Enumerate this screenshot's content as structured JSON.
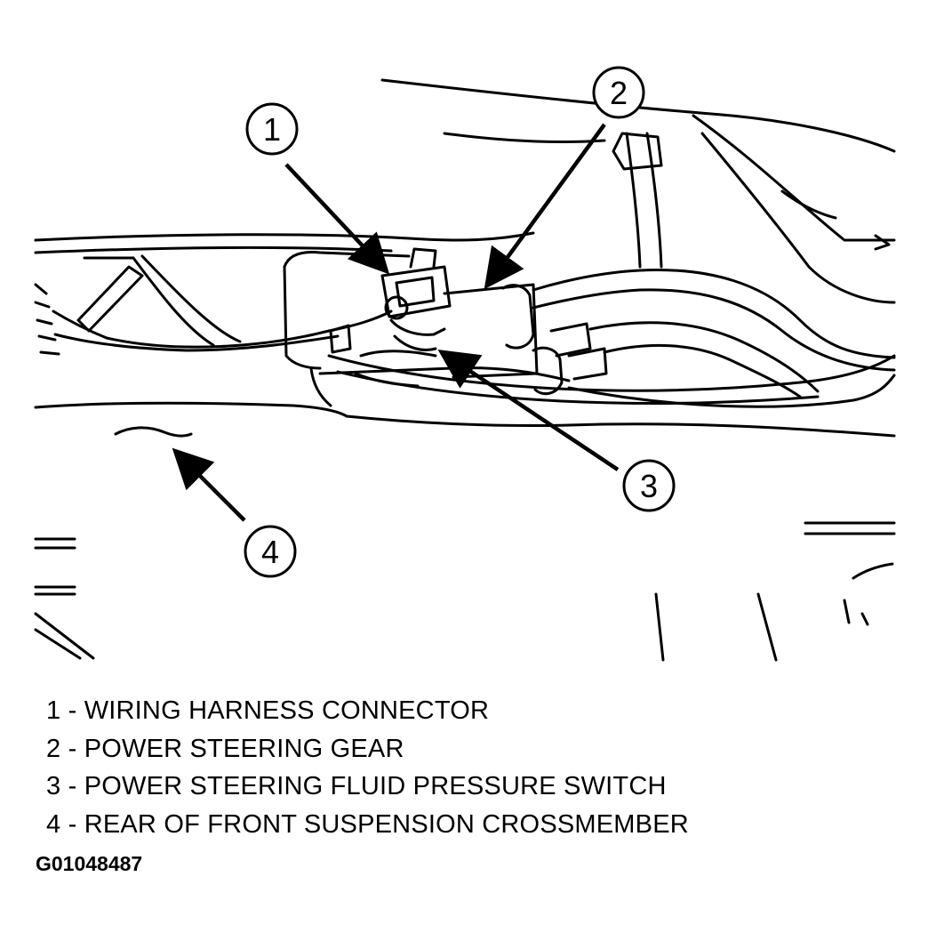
{
  "callouts": [
    {
      "number": "1"
    },
    {
      "number": "2"
    },
    {
      "number": "3"
    },
    {
      "number": "4"
    }
  ],
  "legend": [
    {
      "text": "1 - WIRING HARNESS CONNECTOR"
    },
    {
      "text": "2 - POWER STEERING GEAR"
    },
    {
      "text": "3 - POWER STEERING FLUID PRESSURE SWITCH"
    },
    {
      "text": "4 - REAR OF FRONT SUSPENSION CROSSMEMBER"
    }
  ],
  "figure_id": "G01048487"
}
